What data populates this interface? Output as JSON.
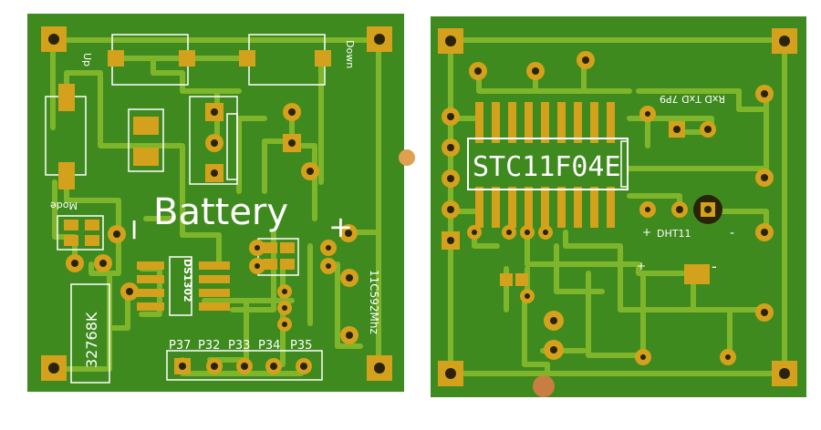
{
  "colors": {
    "board": "#3f8a1e",
    "trace": "#7fb52a",
    "pad": "#d4a11c",
    "hole": "#2a2308",
    "silkscreen": "#ffffff",
    "background": "#ffffff"
  },
  "left_board": {
    "labels": {
      "up": "Up",
      "down": "Down",
      "mode": "Mode",
      "battery": "Battery",
      "minus": "I",
      "plus": "+",
      "rtc_chip": "DS1302",
      "crystal_32k": "32768K",
      "crystal_main": "11C592Mhz"
    },
    "header_pins": [
      "P37",
      "P32",
      "P33",
      "P34",
      "P35"
    ]
  },
  "right_board": {
    "labels": {
      "mcu": "STC11F04E",
      "uart_pins": "RxD TxD 7P9",
      "sensor": "DHT11",
      "sensor_plus": "+",
      "sensor_minus": "-",
      "plus_mark": "+",
      "minus_mark": "-"
    }
  }
}
